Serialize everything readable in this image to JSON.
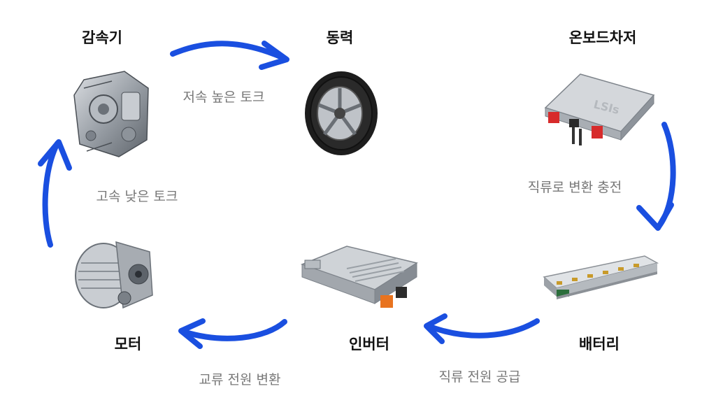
{
  "nodes": {
    "reducer": "감속기",
    "power": "동력",
    "charger": "온보드차저",
    "battery": "배터리",
    "inverter": "인버터",
    "motor": "모터"
  },
  "edges": {
    "reducer_to_power": "저속 높은 토크",
    "charger_to_battery": "직류로 변환 충전",
    "battery_to_inverter": "직류 전원 공급",
    "inverter_to_motor": "교류 전원 변환",
    "motor_to_reducer": "고속 낮은 토크"
  },
  "colors": {
    "arrow": "#1a4fe0",
    "title": "#111111",
    "label": "#777777"
  },
  "icons": [
    "reducer-image",
    "tire-image",
    "charger-image",
    "battery-image",
    "inverter-image",
    "motor-image"
  ]
}
